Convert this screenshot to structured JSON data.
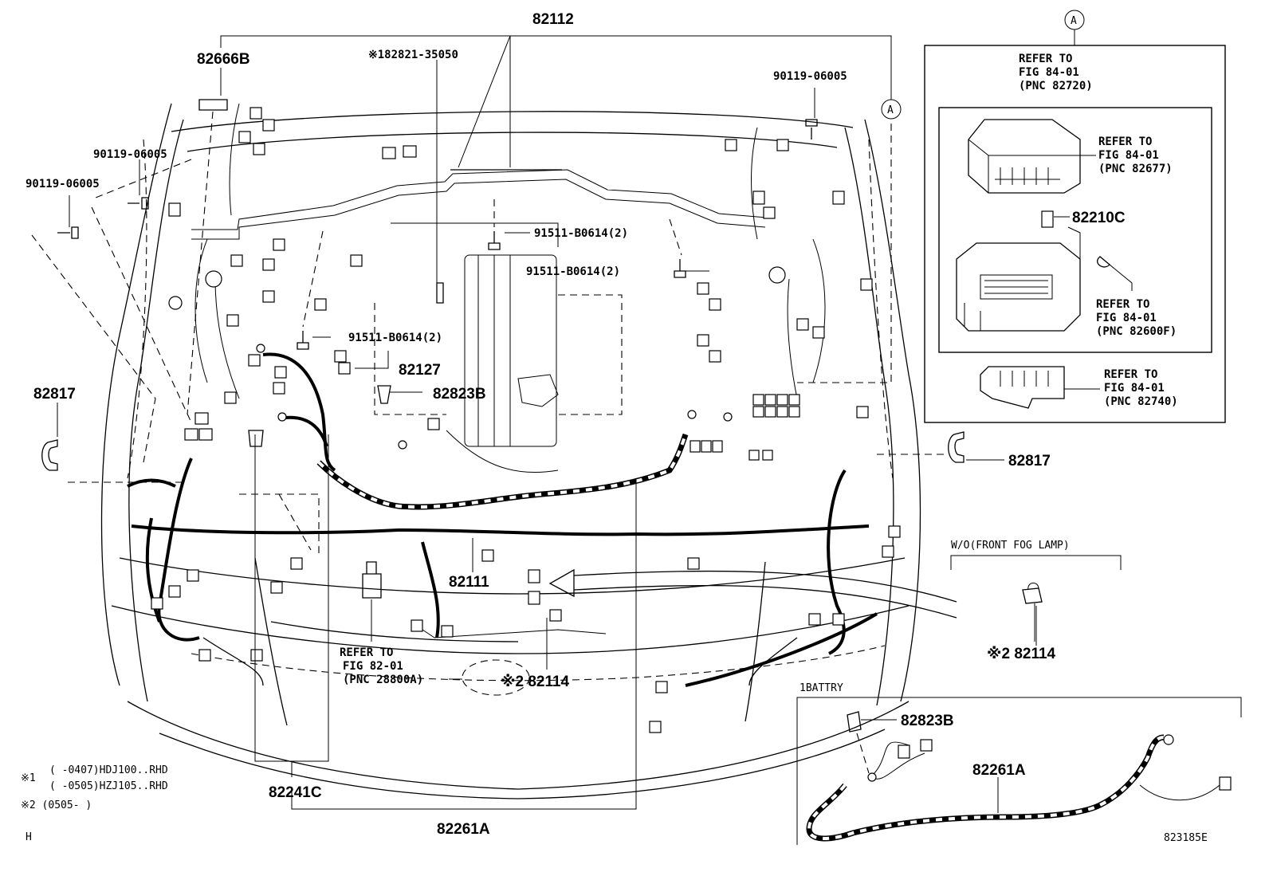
{
  "labels": {
    "p82112": "82112",
    "p82666B": "82666B",
    "p82821": "※182821-35050",
    "p90119_top": "90119-06005",
    "p90119_left1": "90119-06005",
    "p90119_left2": "90119-06005",
    "p91511_a": "91511-B0614(2)",
    "p91511_b": "91511-B0614(2)",
    "p91511_c": "91511-B0614(2)",
    "p82127": "82127",
    "p82823B": "82823B",
    "p82817_left": "82817",
    "p82817_right": "82817",
    "p82111": "82111",
    "p82114_main": "※2 82114",
    "p82241C": "82241C",
    "p82261A_bottom": "82261A",
    "p82210C": "82210C",
    "p82114_fog": "※2 82114",
    "p82823B_batt": "82823B",
    "p82261A_batt": "82261A",
    "callout_a": "A",
    "callout_a_box": "A"
  },
  "refer_blocks": {
    "fig82720": [
      "REFER TO",
      "FIG 84-01",
      "(PNC 82720)"
    ],
    "fig82677": [
      "REFER TO",
      "FIG 84-01",
      "(PNC 82677)"
    ],
    "fig82600F": [
      "REFER TO",
      "FIG 84-01",
      "(PNC 82600F)"
    ],
    "fig82740": [
      "REFER TO",
      "FIG 84-01",
      "(PNC 82740)"
    ],
    "fig28800A": [
      "REFER TO",
      "FIG 82-01",
      "(PNC 28800A)"
    ]
  },
  "groups": {
    "wo_fog": "W/O(FRONT FOG LAMP)",
    "battery": "1BATTRY"
  },
  "footnotes": {
    "n1_mark": "※1",
    "n1_line1": "(     -0407)HDJ100..RHD",
    "n1_line2": "(     -0505)HZJ105..RHD",
    "n2": "※2 (0505-    )",
    "corner_h": "H",
    "diagram_id": "823185E"
  }
}
